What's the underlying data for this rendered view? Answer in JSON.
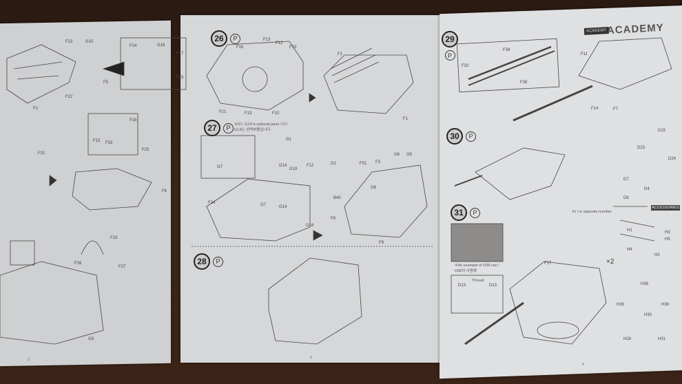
{
  "brand": {
    "logo_text": "ACADEMY",
    "badge_text": "ACADEMY"
  },
  "steps": [
    {
      "number": "26"
    },
    {
      "number": "27"
    },
    {
      "number": "28"
    },
    {
      "number": "29"
    },
    {
      "number": "30"
    },
    {
      "number": "31"
    }
  ],
  "notes": {
    "step27": "※G7, G14 is optional parts / G7, G14는 선택부품입니다",
    "step31_example": "※An example of H38 use / H38의 사용예",
    "step31_parts": "※( ) is opposite number",
    "accessories": "ACCESSORIES",
    "times2": "×2",
    "thread": "Thread"
  },
  "labels": {
    "left": [
      "F22",
      "G15",
      "F24",
      "G16",
      "F17",
      "F23",
      "F5",
      "F2",
      "F22",
      "F18",
      "F15",
      "F33",
      "F31",
      "F25",
      "F6",
      "F19",
      "F26",
      "F27",
      "G9"
    ],
    "middle": [
      "F16",
      "F13",
      "F12",
      "F15",
      "F21",
      "F13",
      "F10",
      "F1",
      "F1",
      "G1",
      "G14",
      "G7",
      "G19",
      "F12",
      "G2",
      "F34",
      "G7",
      "G14",
      "G18",
      "F51",
      "F3",
      "G6",
      "G5",
      "G8",
      "B40",
      "F9",
      "F9"
    ],
    "right": [
      "F38",
      "F32",
      "F38",
      "F11",
      "F14",
      "F7",
      "D15",
      "D23",
      "D24",
      "D7",
      "D4",
      "D6",
      "H1",
      "H3",
      "H5",
      "H2",
      "H4",
      "F17",
      "D13",
      "D13",
      "H36",
      "H26",
      "H30",
      "H29",
      "H31",
      "H39"
    ]
  },
  "page_numbers": [
    "2",
    "3",
    "4"
  ]
}
